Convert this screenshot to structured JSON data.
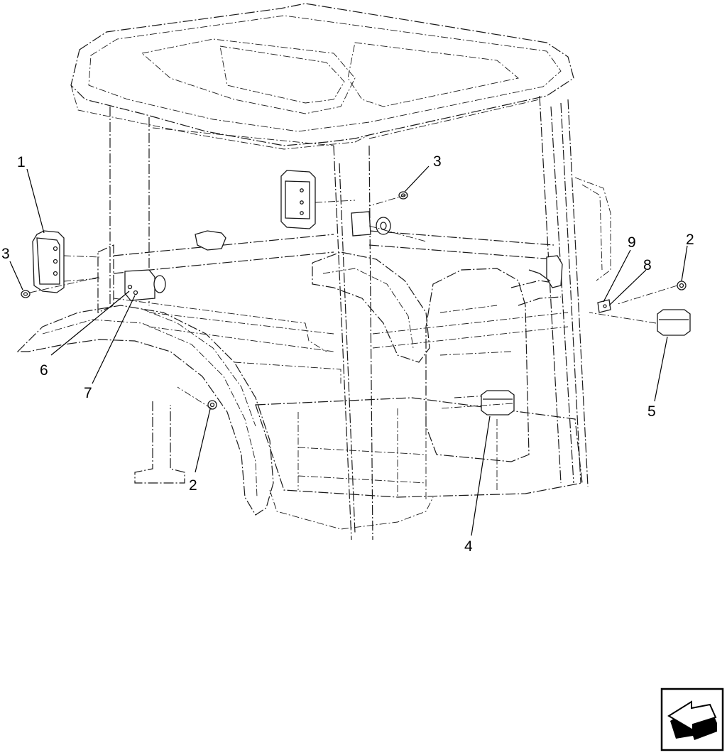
{
  "diagram": {
    "callouts": [
      {
        "label": "1"
      },
      {
        "label": "3"
      },
      {
        "label": "6"
      },
      {
        "label": "7"
      },
      {
        "label": "2"
      },
      {
        "label": "3"
      },
      {
        "label": "9"
      },
      {
        "label": "8"
      },
      {
        "label": "2"
      },
      {
        "label": "5"
      },
      {
        "label": "4"
      }
    ]
  },
  "navigation": {
    "icon": "previous-page-arrow-icon"
  }
}
